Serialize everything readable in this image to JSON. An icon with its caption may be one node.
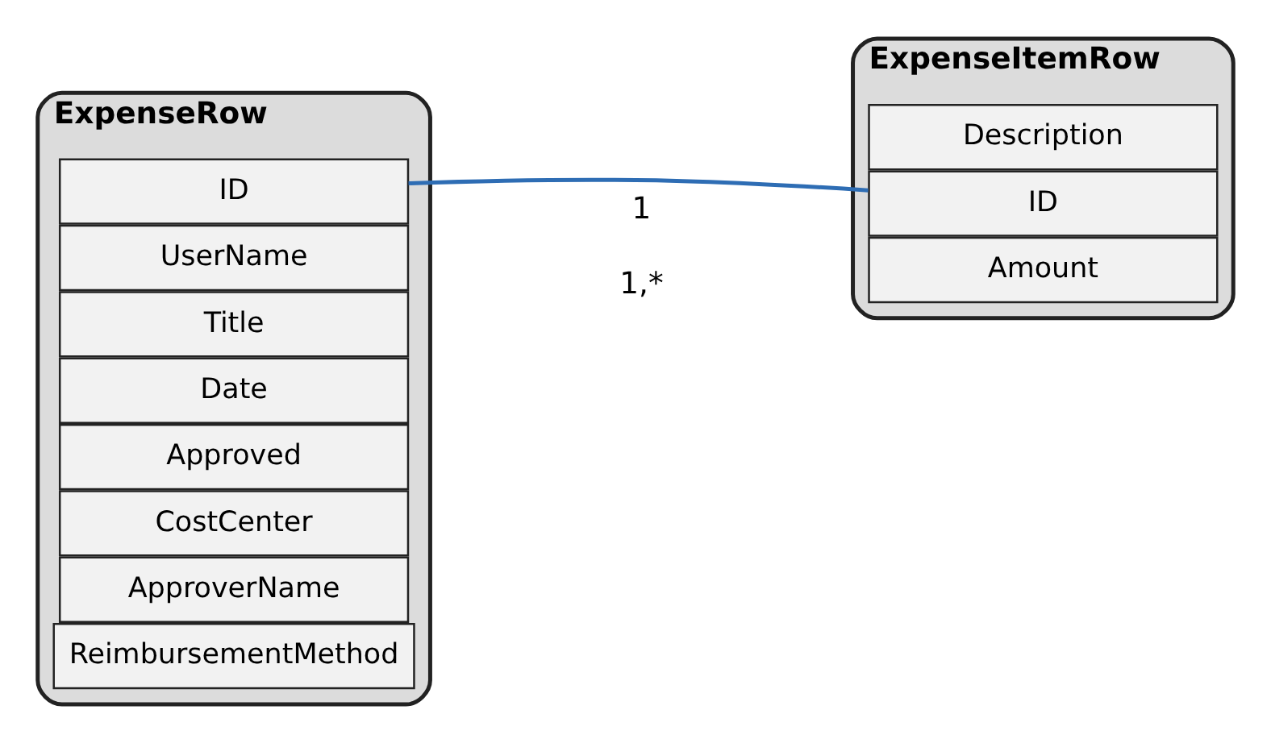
{
  "diagram": {
    "nodes": [
      {
        "text": [
          "ExpenseRow"
        ]
      },
      {
        "text": [
          "ID"
        ],
        "in": 0
      },
      {
        "text": [
          "UserName"
        ],
        "in": 0
      },
      {
        "text": [
          "Title"
        ],
        "in": 0
      },
      {
        "text": [
          "Date"
        ],
        "in": 0
      },
      {
        "text": [
          "Approved"
        ],
        "in": 0
      },
      {
        "text": [
          "CostCenter"
        ],
        "in": 0
      },
      {
        "text": [
          "ApproverName"
        ],
        "in": 0
      },
      {
        "text": [
          "ReimbursementMethod"
        ],
        "in": 0
      },
      {
        "text": [
          "ExpenseItemRow"
        ]
      },
      {
        "text": [
          "Description"
        ],
        "in": 9
      },
      {
        "text": [
          "ID"
        ],
        "in": 9
      },
      {
        "text": [
          "Amount"
        ],
        "in": 9
      }
    ],
    "edges": [
      {
        "from": 1,
        "to": 11,
        "arrow": "none"
      }
    ],
    "labels": [
      "1",
      "1,*"
    ]
  }
}
